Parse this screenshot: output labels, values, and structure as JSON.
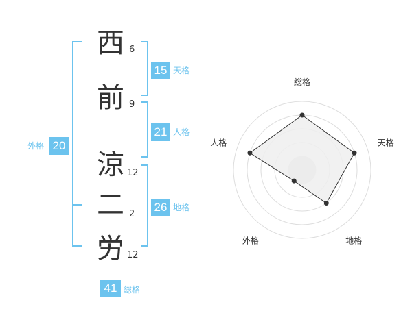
{
  "name": {
    "chars": [
      {
        "char": "西",
        "strokes": "6"
      },
      {
        "char": "前",
        "strokes": "9"
      },
      {
        "char": "涼",
        "strokes": "12"
      },
      {
        "char": "二",
        "strokes": "2"
      },
      {
        "char": "労",
        "strokes": "12"
      }
    ]
  },
  "fortunes": {
    "tenkaku": {
      "value": "15",
      "label": "天格"
    },
    "jinkaku": {
      "value": "21",
      "label": "人格"
    },
    "chikaku": {
      "value": "26",
      "label": "地格"
    },
    "gaikaku": {
      "value": "20",
      "label": "外格"
    },
    "soukaku": {
      "value": "41",
      "label": "総格"
    }
  },
  "chart_data": {
    "type": "radar",
    "axes": [
      "総格",
      "天格",
      "地格",
      "外格",
      "人格"
    ],
    "values": [
      4,
      4,
      3,
      1,
      4
    ],
    "max": 5,
    "grid_rings": 5
  },
  "colors": {
    "accent": "#6cc3ee",
    "radar_fill": "#eeeeee",
    "grid": "#dddddd",
    "point": "#333333"
  }
}
